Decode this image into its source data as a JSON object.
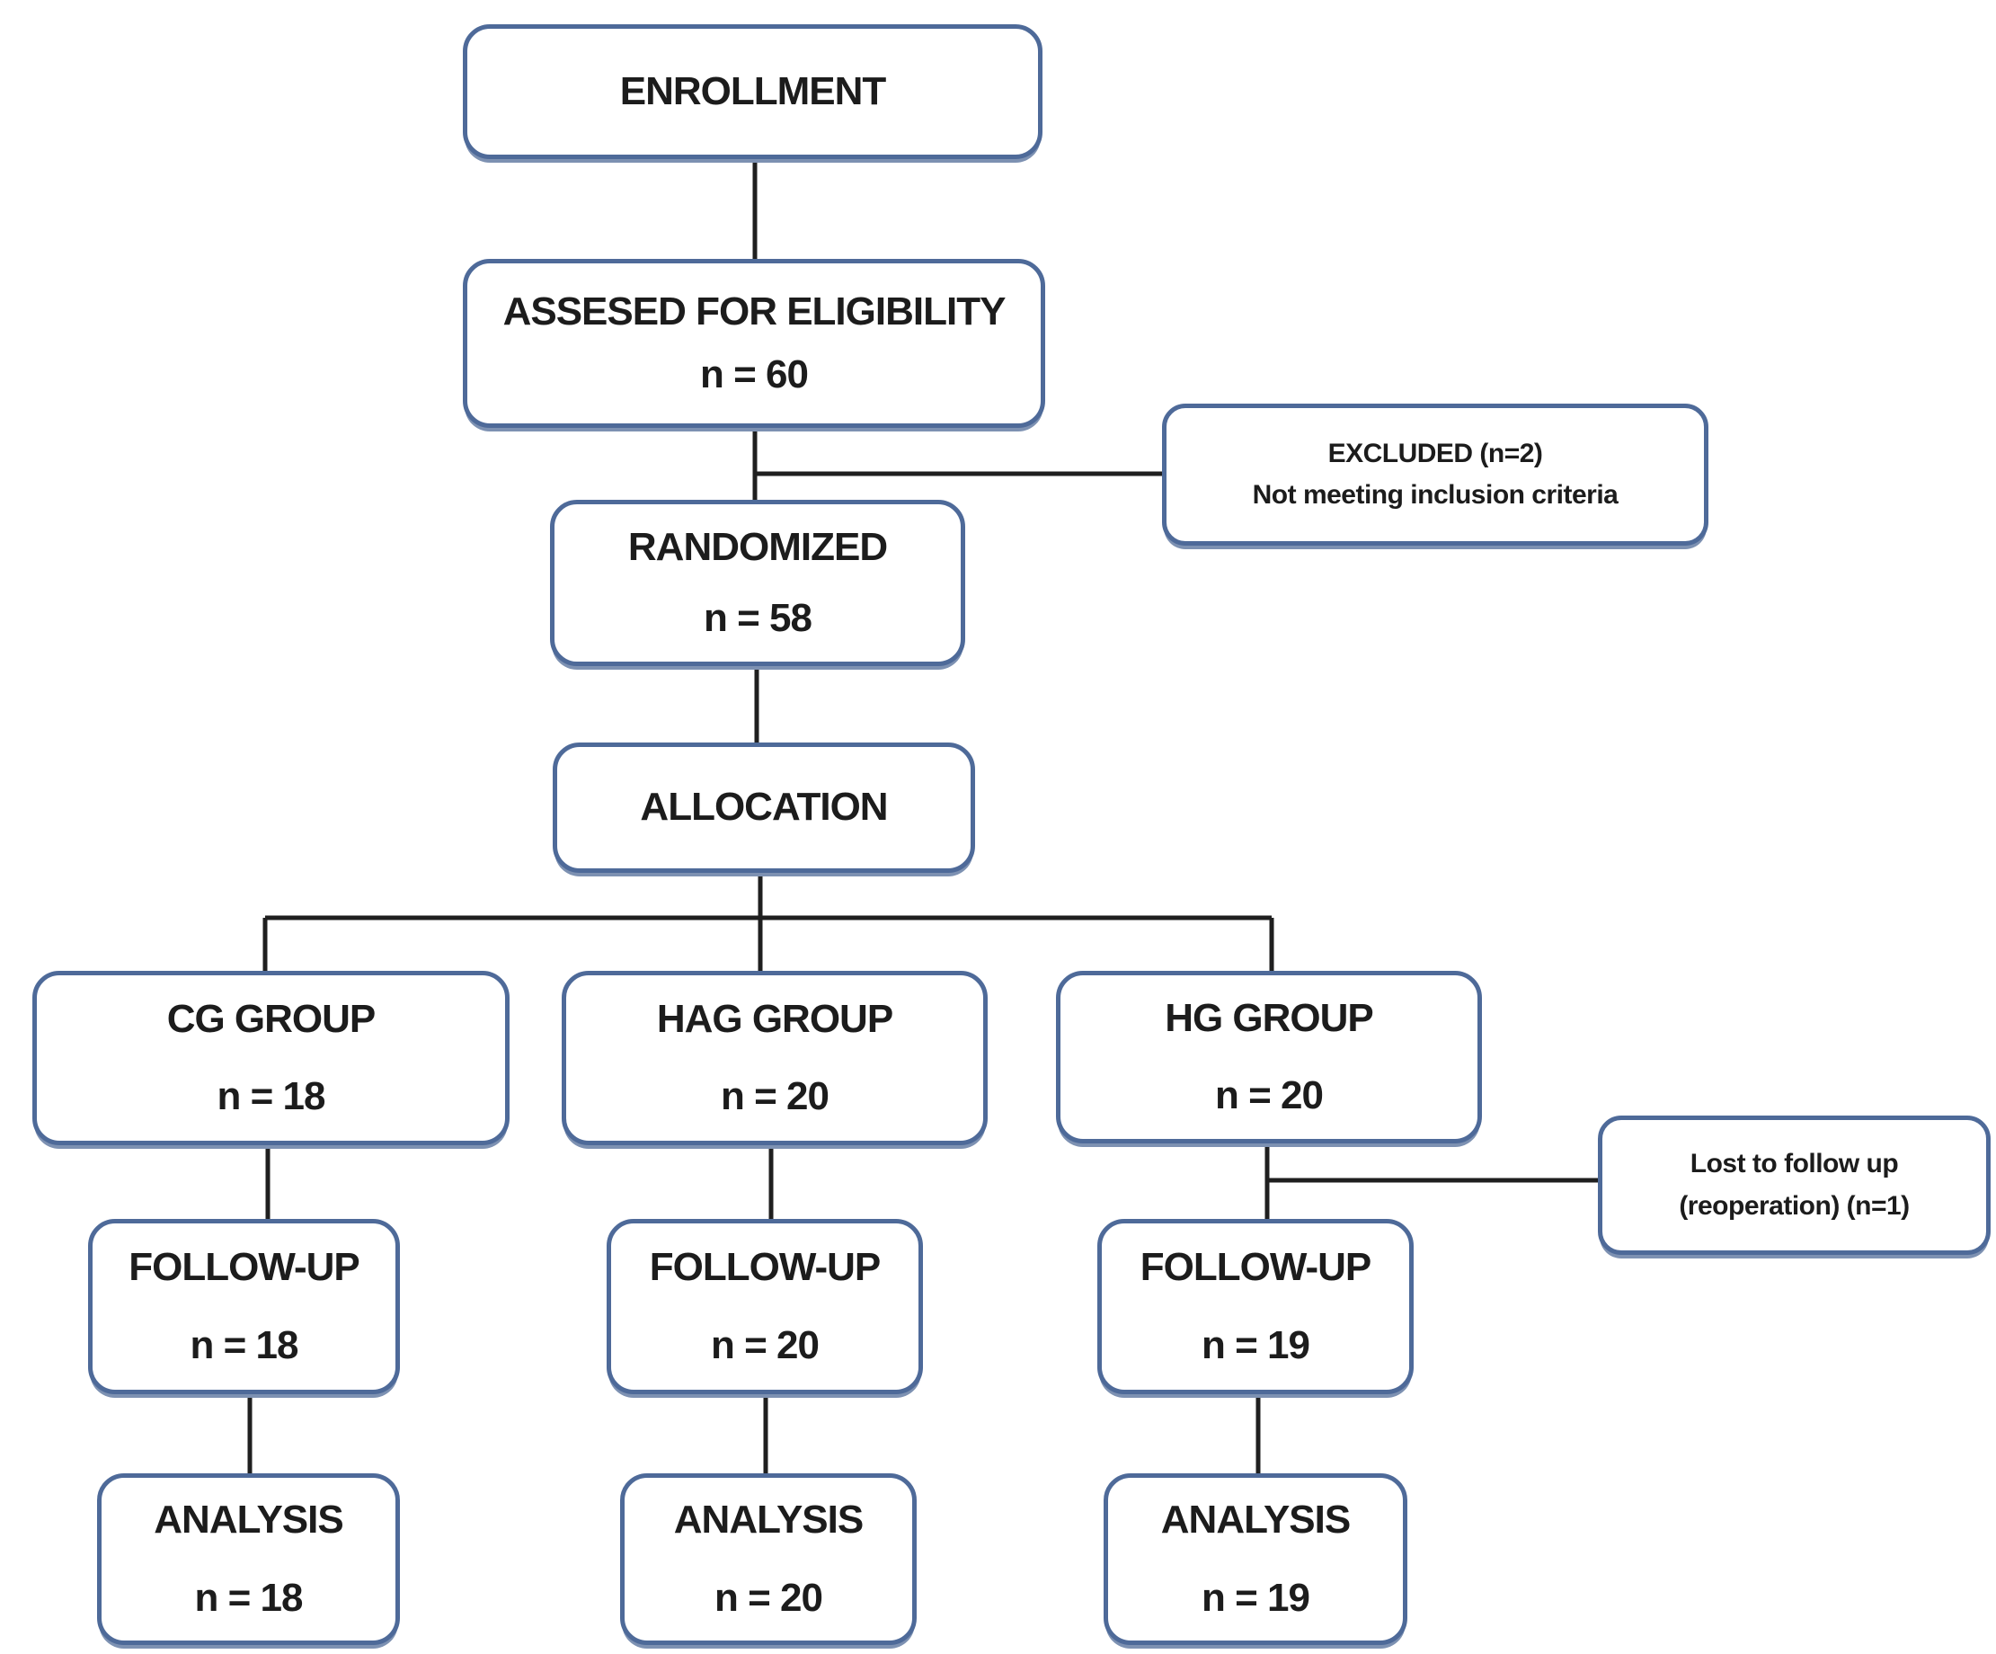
{
  "colors": {
    "box_border": "#4e6a99",
    "box_shadow": "#7d91b2",
    "connector": "#1f1f1f",
    "text": "#1c1c1c",
    "background": "#ffffff"
  },
  "boxes": {
    "enrollment": {
      "label": "ENROLLMENT"
    },
    "assessed": {
      "label": "ASSESED FOR ELIGIBILITY",
      "n": "n = 60"
    },
    "excluded": {
      "line1": "EXCLUDED (n=2)",
      "line2": "Not meeting inclusion criteria"
    },
    "randomized": {
      "label": "RANDOMIZED",
      "n": "n = 58"
    },
    "allocation": {
      "label": "ALLOCATION"
    },
    "cg_group": {
      "label": "CG GROUP",
      "n": "n = 18"
    },
    "hag_group": {
      "label": "HAG GROUP",
      "n": "n = 20"
    },
    "hg_group": {
      "label": "HG GROUP",
      "n": "n = 20"
    },
    "lost": {
      "line1": "Lost to follow up",
      "line2": "(reoperation) (n=1)"
    },
    "followup_cg": {
      "label": "FOLLOW-UP",
      "n": "n = 18"
    },
    "followup_hag": {
      "label": "FOLLOW-UP",
      "n": "n = 20"
    },
    "followup_hg": {
      "label": "FOLLOW-UP",
      "n": "n = 19"
    },
    "analysis_cg": {
      "label": "ANALYSIS",
      "n": "n = 18"
    },
    "analysis_hag": {
      "label": "ANALYSIS",
      "n": "n = 20"
    },
    "analysis_hg": {
      "label": "ANALYSIS",
      "n": "n = 19"
    }
  }
}
